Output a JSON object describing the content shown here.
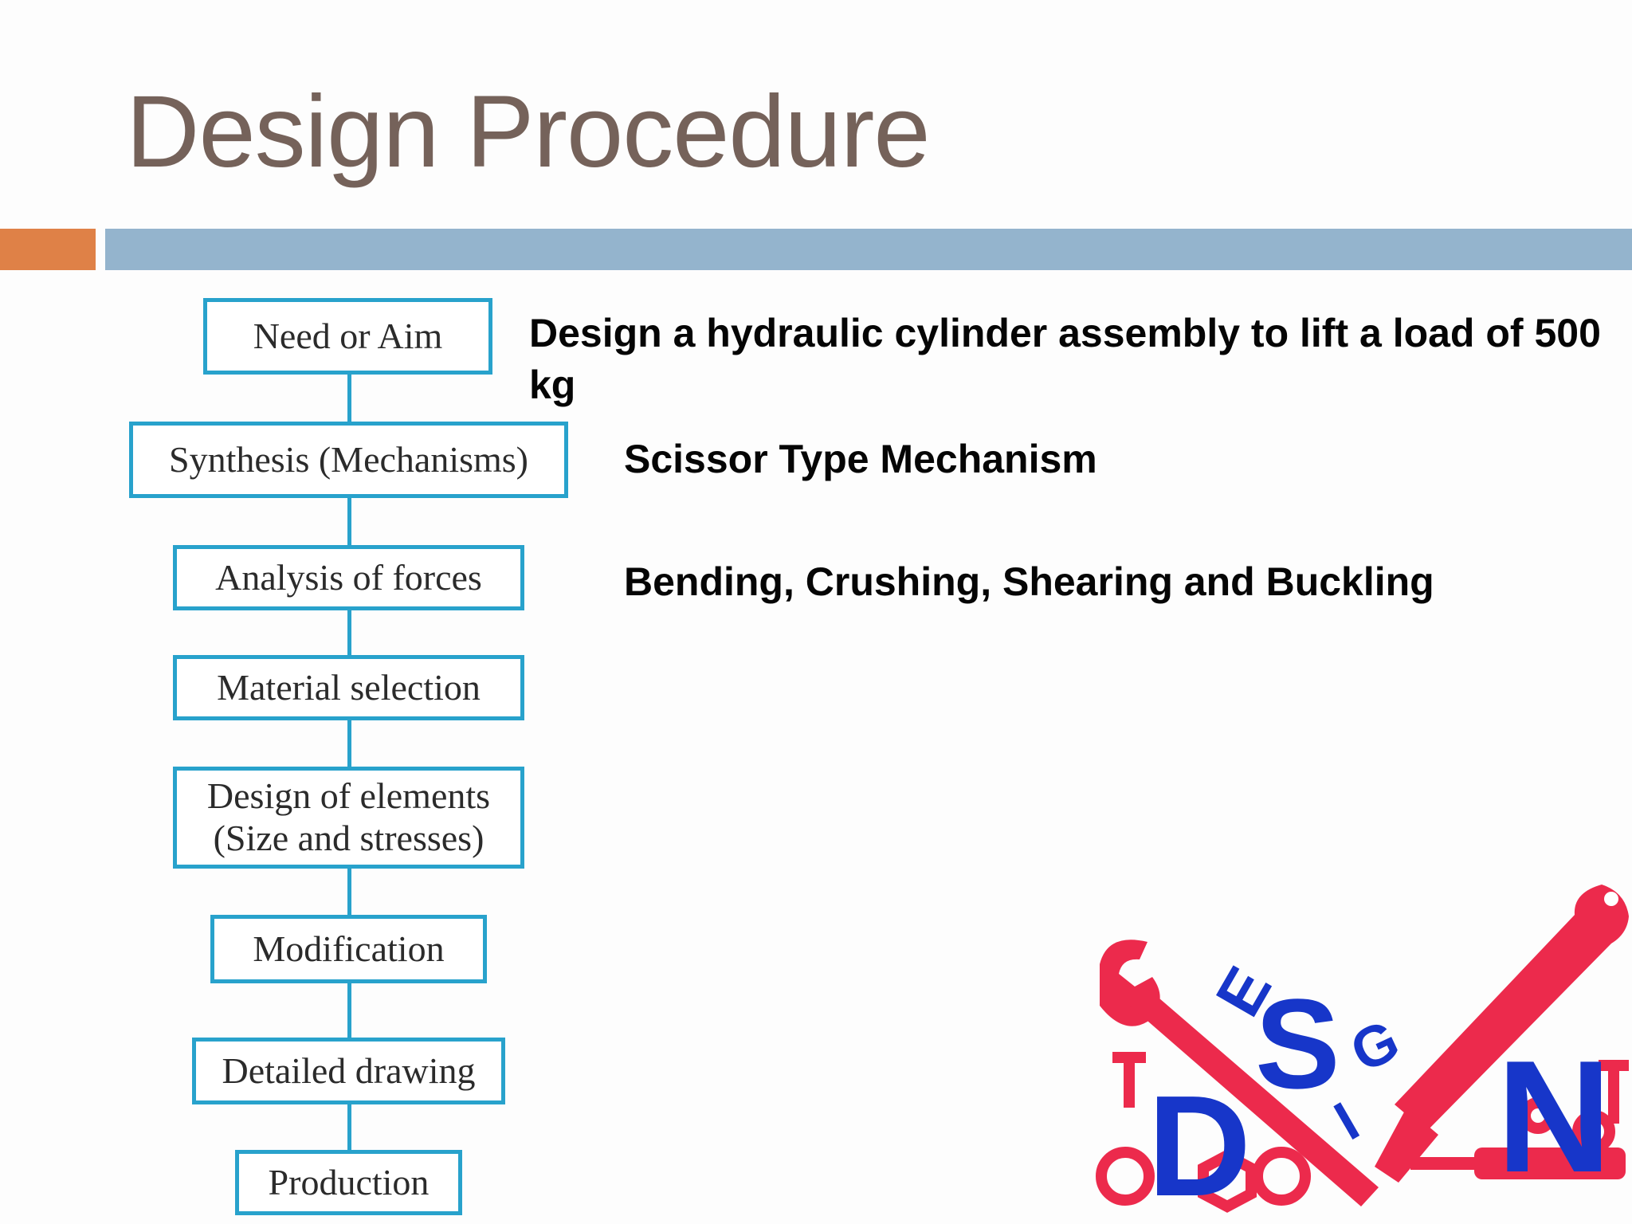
{
  "slide": {
    "title": "Design Procedure"
  },
  "flowchart": {
    "steps": [
      {
        "label": "Need or Aim"
      },
      {
        "label": "Synthesis (Mechanisms)"
      },
      {
        "label": "Analysis of forces"
      },
      {
        "label": "Material selection"
      },
      {
        "label_line1": "Design of elements",
        "label_line2": "(Size and stresses)"
      },
      {
        "label": "Modification"
      },
      {
        "label": "Detailed drawing"
      },
      {
        "label": "Production"
      }
    ]
  },
  "notes": {
    "aim": "Design a hydraulic cylinder assembly to lift a load of 500 kg",
    "mechanism": "Scissor Type Mechanism",
    "analysis": "Bending, Crushing, Shearing and Buckling"
  },
  "logo": {
    "letters": [
      "D",
      "E",
      "S",
      "I",
      "G",
      "N"
    ],
    "colors": {
      "red": "#ec2a4c",
      "blue": "#1736c9"
    }
  },
  "colors": {
    "title": "#75625a",
    "accent_orange": "#df8147",
    "accent_blue": "#94b4cd",
    "flow_border": "#28a2cc"
  }
}
